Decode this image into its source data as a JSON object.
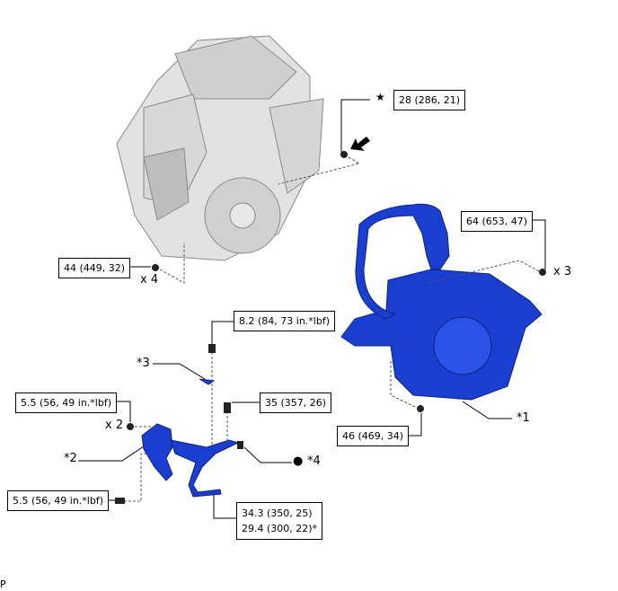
{
  "torques": {
    "t1": "28 (286, 21)",
    "t2": "64 (653, 47)",
    "t3": "44 (449, 32)",
    "t4": "8.2 (84, 73 in.*lbf)",
    "t5": "5.5 (56, 49 in.*lbf)",
    "t6": "35 (357, 26)",
    "t7": "5.5 (56, 49 in.*lbf)",
    "t8a": "34.3 (350, 25)",
    "t8b": "29.4 (300, 22)*",
    "t9": "46 (469, 34)"
  },
  "callouts": {
    "c1": "*1",
    "c2": "*2",
    "c3": "*3",
    "c4": "*4",
    "star": "★",
    "dot": "●",
    "x3": "x 3",
    "x4": "x 4",
    "x2": "x 2"
  },
  "footer": "P",
  "colors": {
    "part_highlight": "#1a3fd0",
    "engine": "#d9d9d9"
  }
}
